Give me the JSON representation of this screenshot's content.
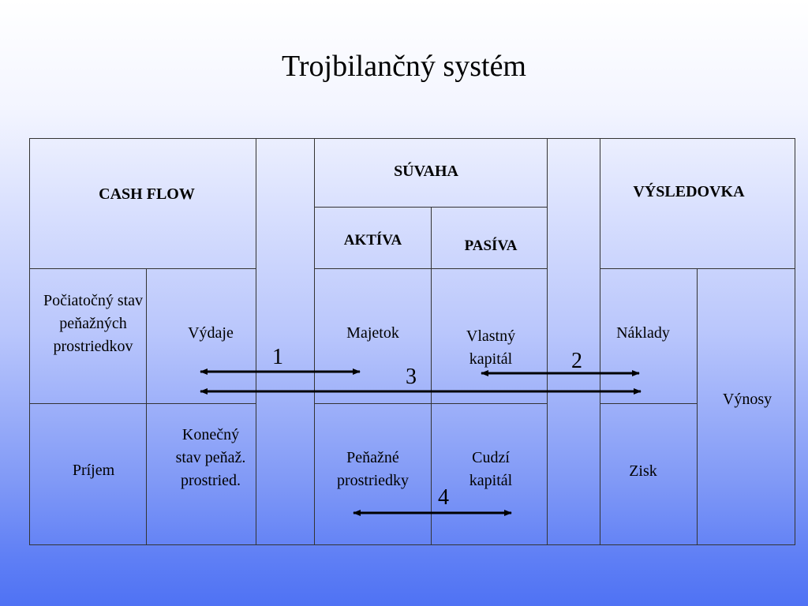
{
  "title": "Trojbilančný systém",
  "cash_flow": {
    "header": "CASH FLOW",
    "beginning_state": "Počiatočný stav peňažných prostriedkov",
    "expenses": "Výdaje",
    "income": "Príjem",
    "ending_state": "Konečný stav peňaž. prostried."
  },
  "balance_sheet": {
    "header": "SÚVAHA",
    "assets": "AKTÍVA",
    "liabilities": "PASÍVA",
    "property": "Majetok",
    "equity": "Vlastný kapitál",
    "cash": "Peňažné prostriedky",
    "debt": "Cudzí kapitál"
  },
  "income_statement": {
    "header": "VÝSLEDOVKA",
    "costs": "Náklady",
    "revenues": "Výnosy",
    "profit": "Zisk"
  },
  "links": [
    "1",
    "2",
    "3",
    "4"
  ]
}
